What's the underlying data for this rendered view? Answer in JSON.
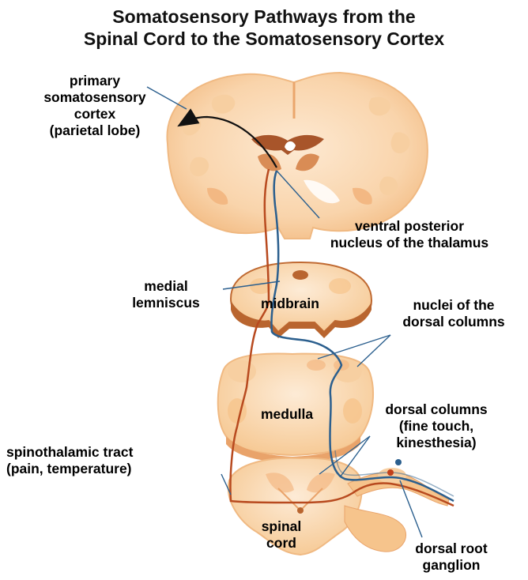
{
  "title": {
    "line1": "Somatosensory Pathways from the",
    "line2": "Spinal Cord to the Somatosensory Cortex"
  },
  "labels": {
    "primary_cortex": [
      "primary",
      "somatosensory",
      "cortex",
      "(parietal lobe)"
    ],
    "vpn_thalamus": [
      "ventral posterior",
      "nucleus of the thalamus"
    ],
    "medial_lemniscus": [
      "medial",
      "lemniscus"
    ],
    "midbrain": "midbrain",
    "nuclei_dorsal_columns": [
      "nuclei of the",
      "dorsal columns"
    ],
    "medulla": "medulla",
    "dorsal_columns": [
      "dorsal columns",
      "(fine touch,",
      "kinesthesia)"
    ],
    "spinothalamic_tract": [
      "spinothalamic tract",
      "(pain, temperature)"
    ],
    "spinal_cord": [
      "spinal",
      "cord"
    ],
    "dorsal_root_ganglion": [
      "dorsal root",
      "ganglion"
    ]
  },
  "colors": {
    "tissue_light": "#fde8cf",
    "tissue_mid": "#f7c89a",
    "tissue_dark": "#e9a36a",
    "tissue_edge": "#b9652f",
    "lemniscal_pathway": "#2b5f8e",
    "spinothalamic_pathway": "#b84a1f",
    "leader_line": "#2b5f8e",
    "arrow": "#111111"
  }
}
